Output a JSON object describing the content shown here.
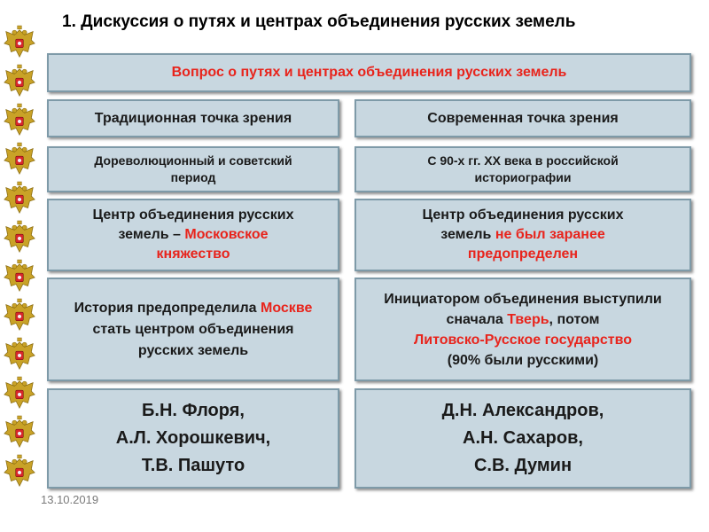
{
  "slide": {
    "title": "1. Дискуссия о путях и центрах объединения русских земель",
    "date": "13.10.2019"
  },
  "header_box": {
    "text": "Вопрос о путях и центрах объединения русских земель"
  },
  "left": {
    "heading": "Традиционная точка зрения",
    "period": "Дореволюционный и советский период",
    "center_line1": "Центр объединения русских",
    "center_line2": "земель – ",
    "center_highlight": "Московское княжество",
    "history_line1": "История предопределила",
    "history_highlight": "Москве",
    "history_line2": " стать центром объединения русских земель",
    "authors": [
      "Б.Н. Флоря,",
      "А.Л. Хорошкевич,",
      "Т.В. Пашуто"
    ]
  },
  "right": {
    "heading": "Современная точка зрения",
    "period": "С 90-х гг. XX века в российской историографии",
    "center_line1": "Центр объединения русских земель ",
    "center_highlight": "не был заранее предопределен",
    "initiator_line1": "Инициатором объединения выступили сначала ",
    "initiator_highlight1": "Тверь",
    "initiator_line2": ", потом",
    "initiator_highlight2": "Литовско-Русское государство",
    "initiator_line3": "(90% были русскими)",
    "authors": [
      "Д.Н. Александров,",
      "А.Н. Сахаров,",
      "С.В. Думин"
    ]
  },
  "colors": {
    "box_fill": "#c8d7e0",
    "box_border": "#7e9aa8",
    "highlight": "#e8241c"
  },
  "icons": {
    "emblem": "russian-coat-of-arms-icon"
  }
}
